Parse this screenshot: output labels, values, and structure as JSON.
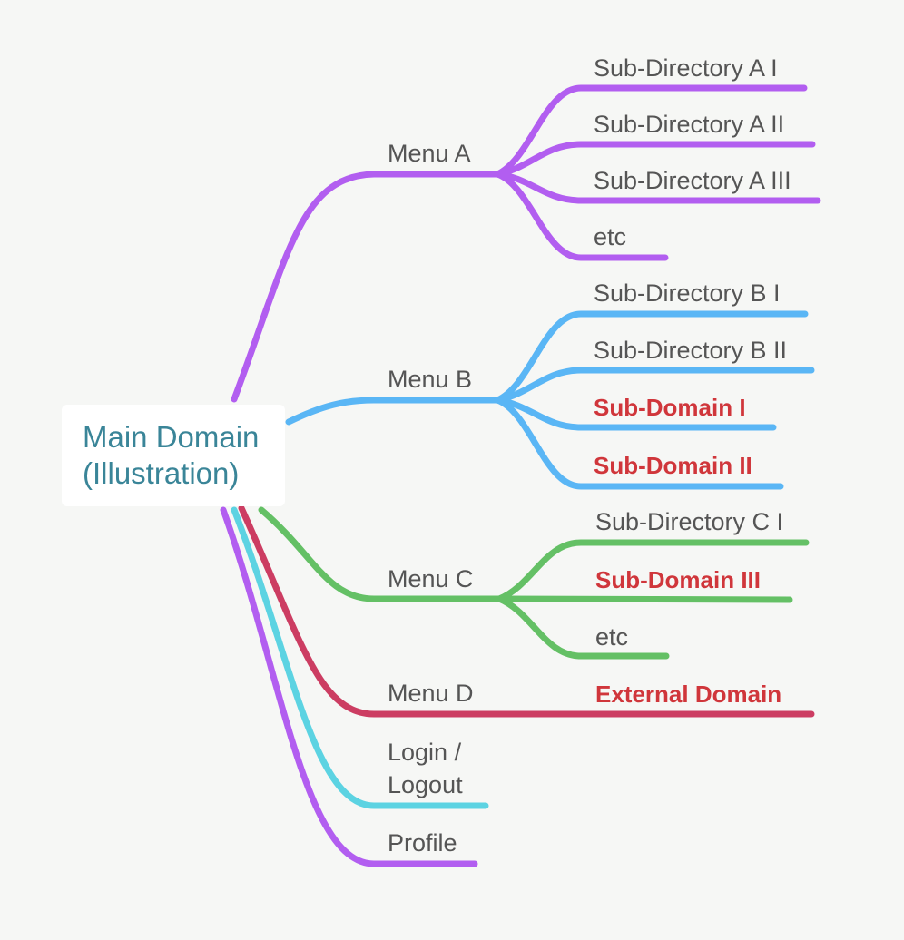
{
  "root": {
    "line1": "Main Domain",
    "line2": "(Illustration)"
  },
  "branches": [
    {
      "label": "Menu A",
      "color": "#b25ef0",
      "children": [
        {
          "label": "Sub-Directory A I",
          "highlight": false
        },
        {
          "label": "Sub-Directory A II",
          "highlight": false
        },
        {
          "label": "Sub-Directory A III",
          "highlight": false
        },
        {
          "label": "etc",
          "highlight": false
        }
      ]
    },
    {
      "label": "Menu B",
      "color": "#5ab6f5",
      "children": [
        {
          "label": "Sub-Directory B I",
          "highlight": false
        },
        {
          "label": "Sub-Directory B II",
          "highlight": false
        },
        {
          "label": "Sub-Domain I",
          "highlight": true
        },
        {
          "label": "Sub-Domain II",
          "highlight": true
        }
      ]
    },
    {
      "label": "Menu C",
      "color": "#64c065",
      "children": [
        {
          "label": "Sub-Directory C I",
          "highlight": false
        },
        {
          "label": "Sub-Domain III",
          "highlight": true
        },
        {
          "label": "etc",
          "highlight": false
        }
      ]
    },
    {
      "label": "Menu D",
      "color": "#cc3d62",
      "children": [
        {
          "label": "External Domain",
          "highlight": true
        }
      ]
    },
    {
      "label_line1": "Login /",
      "label_line2": "Logout",
      "color": "#5cd3e2",
      "children": []
    },
    {
      "label": "Profile",
      "color": "#b25ef0",
      "children": []
    }
  ],
  "highlight_color": "#d0363b"
}
